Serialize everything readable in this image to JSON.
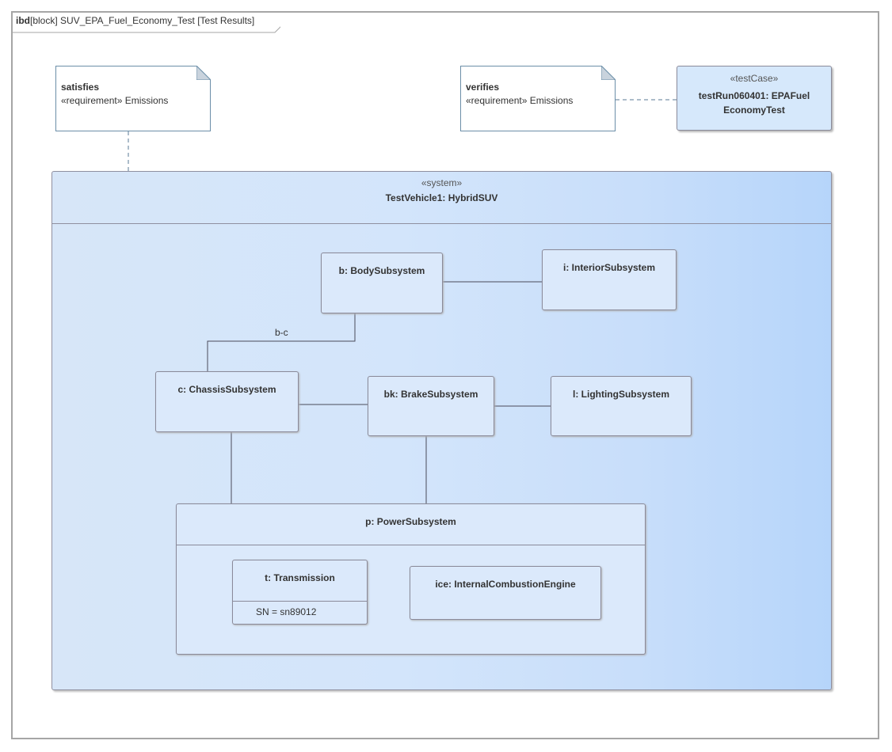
{
  "frame": {
    "kind": "ibd",
    "label": "[block] SUV_EPA_Fuel_Economy_Test [Test Results]"
  },
  "notes": {
    "satisfies": {
      "keyword": "satisfies",
      "text": "«requirement» Emissions"
    },
    "verifies": {
      "keyword": "verifies",
      "text": "«requirement» Emissions"
    }
  },
  "test_case": {
    "stereotype": "«testCase»",
    "name_line1": "testRun060401: EPAFuel",
    "name_line2": "EconomyTest"
  },
  "system": {
    "stereotype": "«system»",
    "name": "TestVehicle1: HybridSUV"
  },
  "parts": {
    "body": "b: BodySubsystem",
    "interior": "i: InteriorSubsystem",
    "chassis": "c: ChassisSubsystem",
    "brake": "bk: BrakeSubsystem",
    "lighting": "l: LightingSubsystem",
    "power": "p: PowerSubsystem",
    "transmission": "t: Transmission",
    "transmission_attr": "SN = sn89012",
    "engine": "ice: InternalCombustionEngine"
  },
  "connectors": {
    "body_chassis_label": "b-c"
  },
  "colors": {
    "frame_border": "#a6a6a6",
    "block_fill": "#dbe9fb",
    "block_border": "#8a8a9a",
    "note_border": "#6b8ea8",
    "connector": "#4a4a5a"
  }
}
